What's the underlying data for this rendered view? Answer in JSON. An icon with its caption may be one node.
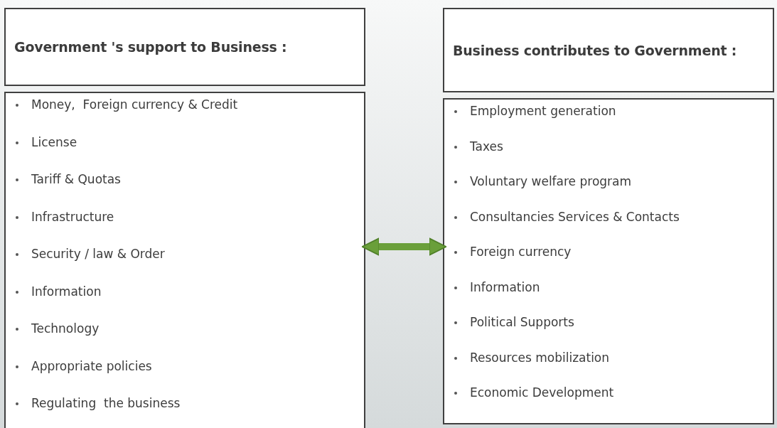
{
  "diagram": {
    "nodes": [
      {
        "text": [
          "Government 's support to Business :"
        ]
      },
      {
        "text": [
          "Money,  Foreign currency & Credit",
          "License",
          "Tariff & Quotas",
          "Infrastructure",
          "Security / law & Order",
          "Information",
          "Technology",
          "Appropriate policies",
          "Regulating  the business"
        ]
      },
      {
        "text": [
          "Business contributes to Government :"
        ]
      },
      {
        "text": [
          "Employment generation",
          "Taxes",
          "Voluntary welfare program",
          "Consultancies Services & Contacts",
          "Foreign currency",
          "Information",
          "Political Supports",
          "Resources mobilization",
          "Economic Development"
        ]
      }
    ],
    "edges": [
      {
        "from": 1,
        "to": 3,
        "arrow": "both",
        "color": "#6a9f3a"
      }
    ]
  }
}
